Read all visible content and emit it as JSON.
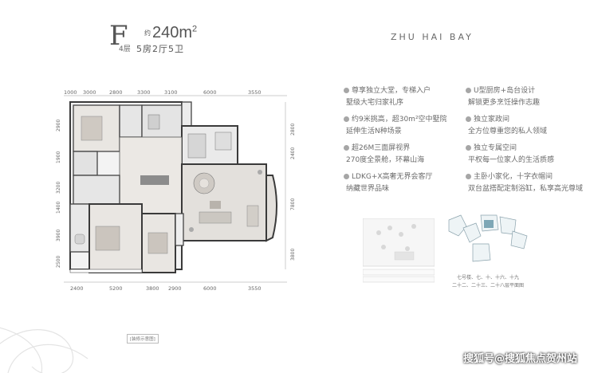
{
  "header": {
    "unit_letter": "F",
    "area_prefix": "约",
    "area_value": "240m",
    "area_sup": "2",
    "floor_label": "4层",
    "rooms": "5房2厅5卫"
  },
  "brand": "ZHU HAI BAY",
  "dimensions": {
    "top": [
      "1000",
      "3000",
      "2800",
      "3300",
      "3100",
      "6000",
      "3550"
    ],
    "bottom": [
      "2400",
      "5200",
      "3800",
      "2900",
      "6000",
      "3550"
    ],
    "left": [
      "2900",
      "1900",
      "3200",
      "1400",
      "3900",
      "2500"
    ],
    "right": [
      "2800",
      "2400",
      "7800",
      "3800"
    ]
  },
  "features": [
    {
      "line1": "尊享独立大堂，专梯入户",
      "line2": "墅级大宅归家礼序"
    },
    {
      "line1": "U型厨房+岛台设计",
      "line2": "解锁更多烹饪操作志趣"
    },
    {
      "line1": "约9米挑高，超30m²空中墅院",
      "line2": "延伸生活N种场景"
    },
    {
      "line1": "独立家政间",
      "line2": "全方位尊重您的私人领域"
    },
    {
      "line1": "超26M三面屏视界",
      "line2": "270度全景舱，环幕山海"
    },
    {
      "line1": "独立专属空间",
      "line2": "平权每一位家人的生活质感"
    },
    {
      "line1": "LDKG+X高奢无界会客厅",
      "line2": "纳藏世界品味"
    },
    {
      "line1": "主卧小家化，十字衣帽间",
      "line2": "双台盆搭配定制浴缸，私享高光尊域"
    }
  ],
  "site_caption": [
    "七号楼、七、十、十六、十九",
    "二十二、二十三、二十八层平面图"
  ],
  "footnote": "[装修示意图]",
  "watermark": "搜狐号@搜狐焦点贺州站"
}
